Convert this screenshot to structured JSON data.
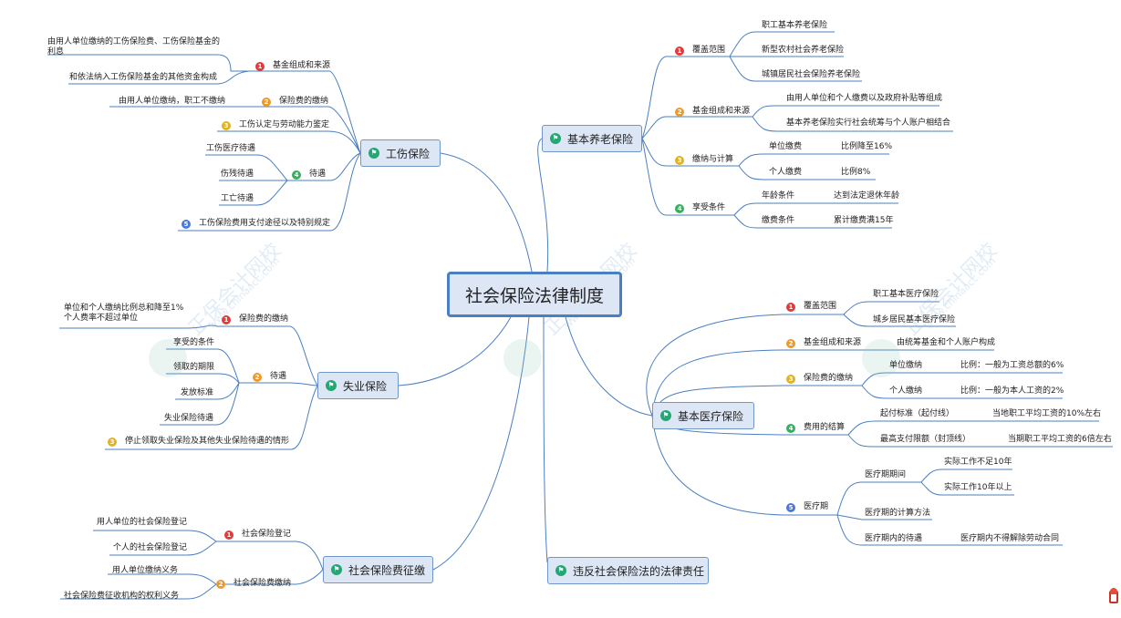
{
  "root": "社会保险法律制度",
  "watermark": {
    "cn": "正保会计网校",
    "en": "www.chinaacc.com"
  },
  "markers": [
    "1",
    "2",
    "3",
    "4",
    "5"
  ],
  "branches": {
    "gongshang": "工伤保险",
    "yanglao": "基本养老保险",
    "shiye": "失业保险",
    "yiliao": "基本医疗保险",
    "zhengjiao": "社会保险费征缴",
    "weifan": "违反社会保险法的法律责任"
  },
  "gongshang": {
    "n1": "基金组成和来源",
    "n1_a": "由用人单位缴纳的工伤保险费、工伤保险基金的利息",
    "n1_b": "和依法纳入工伤保险基金的其他资金构成",
    "n2": "保险费的缴纳",
    "n2_a": "由用人单位缴纳，职工不缴纳",
    "n3": "工伤认定与劳动能力鉴定",
    "n4": "待遇",
    "n4_a": "工伤医疗待遇",
    "n4_b": "伤残待遇",
    "n4_c": "工亡待遇",
    "n5": "工伤保险费用支付途径以及特别规定"
  },
  "yanglao": {
    "n1": "覆盖范围",
    "n1_a": "职工基本养老保险",
    "n1_b": "新型农村社会养老保险",
    "n1_c": "城镇居民社会保险养老保险",
    "n2": "基金组成和来源",
    "n2_a": "由用人单位和个人缴费以及政府补贴等组成",
    "n2_b": "基本养老保险实行社会统筹与个人账户相结合",
    "n3": "缴纳与计算",
    "n3_a": "单位缴费",
    "n3_a1": "比例降至16%",
    "n3_b": "个人缴费",
    "n3_b1": "比例8%",
    "n4": "享受条件",
    "n4_a": "年龄条件",
    "n4_a1": "达到法定退休年龄",
    "n4_b": "缴费条件",
    "n4_b1": "累计缴费满15年"
  },
  "shiye": {
    "n1": "保险费的缴纳",
    "n1_a": "单位和个人缴纳比例总和降至1% 个人费率不超过单位",
    "n2": "待遇",
    "n2_a": "享受的条件",
    "n2_b": "领取的期限",
    "n2_c": "发放标准",
    "n2_d": "失业保险待遇",
    "n3": "停止领取失业保险及其他失业保险待遇的情形"
  },
  "yiliao": {
    "n1": "覆盖范围",
    "n1_a": "职工基本医疗保险",
    "n1_b": "城乡居民基本医疗保险",
    "n2": "基金组成和来源",
    "n2_a": "由统筹基金和个人账户构成",
    "n3": "保险费的缴纳",
    "n3_a": "单位缴纳",
    "n3_a1": "比例：一般为工资总额的6%",
    "n3_b": "个人缴纳",
    "n3_b1": "比例：一般为本人工资的2%",
    "n4": "费用的结算",
    "n4_a": "起付标准（起付线）",
    "n4_a1": "当地职工平均工资的10%左右",
    "n4_b": "最高支付限额（封顶线）",
    "n4_b1": "当期职工平均工资的6倍左右",
    "n5": "医疗期",
    "n5_a": "医疗期期间",
    "n5_a1": "实际工作不足10年",
    "n5_a2": "实际工作10年以上",
    "n5_b": "医疗期的计算方法",
    "n5_c": "医疗期内的待遇",
    "n5_c1": "医疗期内不得解除劳动合同"
  },
  "zhengjiao": {
    "n1": "社会保险登记",
    "n1_a": "用人单位的社会保险登记",
    "n1_b": "个人的社会保险登记",
    "n2": "社会保险费缴纳",
    "n2_a": "用人单位缴纳义务",
    "n2_b": "社会保险费征收机构的权利义务"
  },
  "colors": {
    "line": "#4a7fc1",
    "node_fill": "#dce6f5",
    "root_border": "#4a7fc1",
    "flag": "#24a873"
  }
}
